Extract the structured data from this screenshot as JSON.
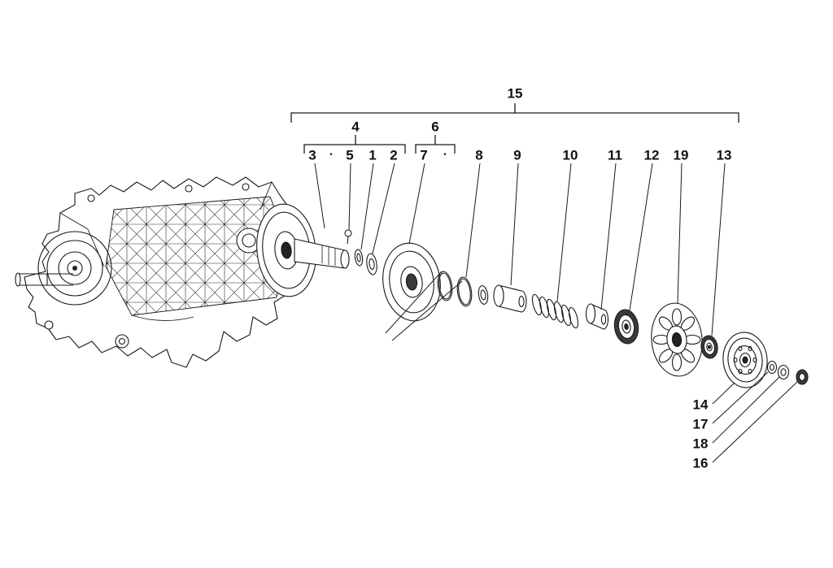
{
  "diagram": {
    "labels": {
      "group15": "15",
      "group4": "4",
      "group6": "6",
      "p1": "1",
      "p2": "2",
      "p3": "3",
      "p5": "5",
      "p7": "7",
      "p8": "8",
      "p9": "9",
      "p10": "10",
      "p11": "11",
      "p12": "12",
      "p13": "13",
      "p14": "14",
      "p16": "16",
      "p17": "17",
      "p18": "18",
      "p19": "19"
    },
    "bullet": "▪",
    "colors": {
      "line": "#1a1a1a",
      "dark_fill": "#3a3a3a",
      "background": "#ffffff"
    }
  }
}
